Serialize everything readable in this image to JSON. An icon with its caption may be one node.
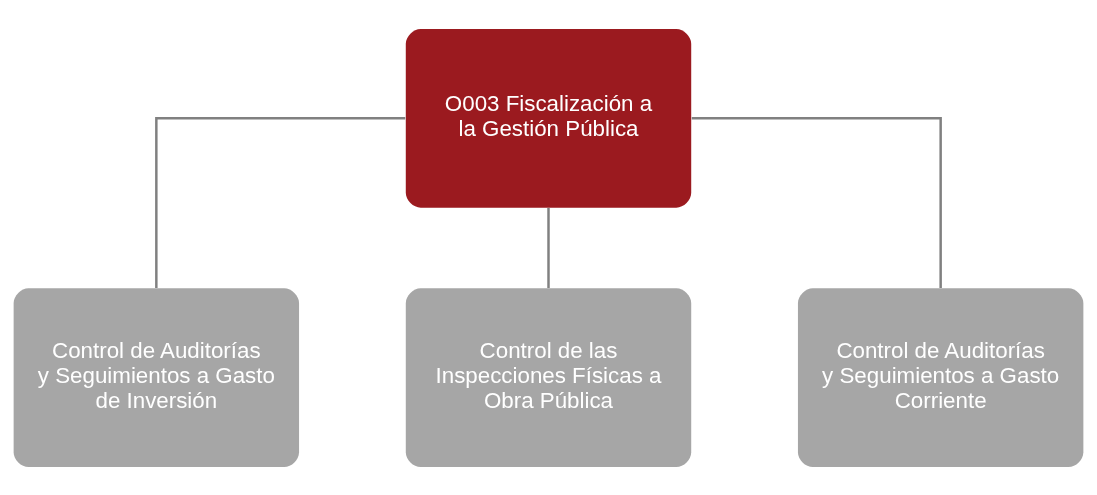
{
  "diagram": {
    "nodes": [
      {
        "text": [
          "O003 Fiscalización a la Gestión Pública"
        ]
      },
      {
        "text": [
          "Control de Auditorías y Seguimientos a Gasto de Inversión"
        ]
      },
      {
        "text": [
          "Control de las Inspecciones Físicas a Obra Pública"
        ]
      },
      {
        "text": [
          "Control de Auditorías y Seguimientos a Gasto Corriente"
        ]
      }
    ],
    "edges": [
      {
        "from": 0,
        "to": 1,
        "arrow": "none"
      },
      {
        "from": 0,
        "to": 2,
        "arrow": "none"
      },
      {
        "from": 0,
        "to": 3,
        "arrow": "none"
      }
    ]
  }
}
